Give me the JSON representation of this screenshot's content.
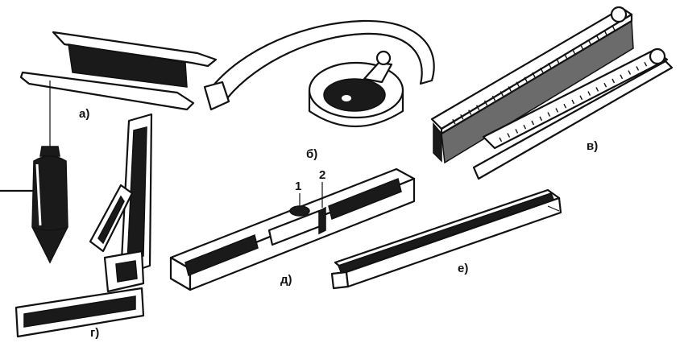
{
  "labels": {
    "a": "а)",
    "b": "б)",
    "v": "в)",
    "g": "г)",
    "d": "д)",
    "e": "е)",
    "callout_1": "1",
    "callout_2": "2"
  }
}
